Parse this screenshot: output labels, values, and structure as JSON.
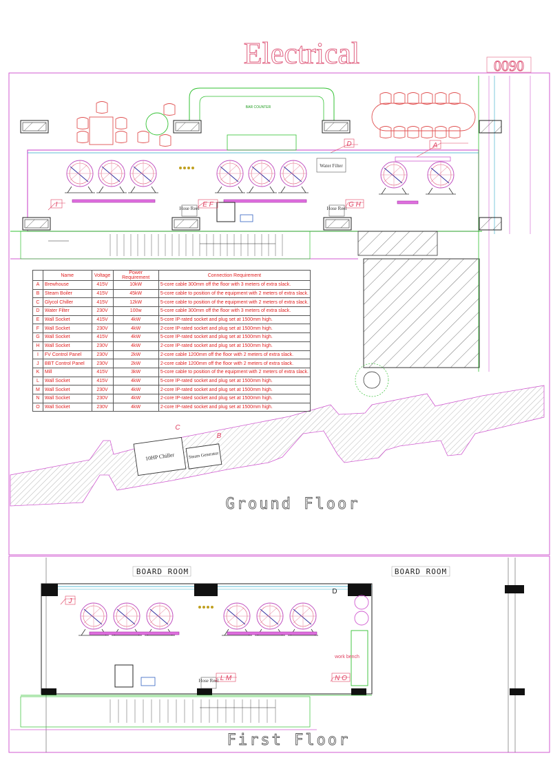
{
  "title": "Electrical",
  "drawing_number": "0090",
  "ground_floor": {
    "label": "Ground Floor",
    "bar_counter": "BAR COUNTER",
    "water_filter": "Water Filter",
    "hose_reel": "Hose Reel",
    "chiller": "10HP Chiller",
    "steam_generator": "Steam Generator",
    "refs": [
      "A",
      "D",
      "I",
      "E F",
      "G H",
      "C",
      "B"
    ]
  },
  "first_floor": {
    "label": "First Floor",
    "board_room_left": "BOARD ROOM",
    "board_room_right": "BOARD ROOM",
    "work_bench": "work bench",
    "hose_reel": "Hose Reel",
    "refs": [
      "J",
      "L M",
      "N O",
      "D"
    ]
  },
  "table": {
    "headers": [
      "Name",
      "Voltage",
      "Power Requirement",
      "Connection Requirement"
    ],
    "rows": [
      {
        "code": "A",
        "name": "Brewhouse",
        "voltage": "415V",
        "power": "10kW",
        "req": "5-core cable 300mm off the floor with 3 meters of extra slack."
      },
      {
        "code": "B",
        "name": "Steam Boiler",
        "voltage": "415V",
        "power": "45kW",
        "req": "5-core cable to position of the equipment with 2 meters of extra slack."
      },
      {
        "code": "C",
        "name": "Glycol Chiller",
        "voltage": "415V",
        "power": "12kW",
        "req": "5-core cable to position of the equipment with 2 meters of extra slack."
      },
      {
        "code": "D",
        "name": "Water Filter",
        "voltage": "230V",
        "power": "100w",
        "req": "5-core cable 300mm off the floor with 3 meters of extra slack."
      },
      {
        "code": "E",
        "name": "Wall Socket",
        "voltage": "415V",
        "power": "4kW",
        "req": "5-core IP-rated socket and plug set at 1500mm high."
      },
      {
        "code": "F",
        "name": "Wall Socket",
        "voltage": "230V",
        "power": "4kW",
        "req": "2-core IP-rated socket and plug set at 1500mm high."
      },
      {
        "code": "G",
        "name": "Wall Socket",
        "voltage": "415V",
        "power": "4kW",
        "req": "5-core IP-rated socket and plug set at 1500mm high."
      },
      {
        "code": "H",
        "name": "Wall Socket",
        "voltage": "230V",
        "power": "4kW",
        "req": "2-core IP-rated socket and plug set at 1500mm high."
      },
      {
        "code": "I",
        "name": "FV Control Panel",
        "voltage": "230V",
        "power": "2kW",
        "req": "2-core cable 1200mm off the floor with 2 meters of extra slack."
      },
      {
        "code": "J",
        "name": "BBT Control Panel",
        "voltage": "230V",
        "power": "2kW",
        "req": "2-core cable 1200mm off the floor with 2 meters of extra slack."
      },
      {
        "code": "K",
        "name": "Mill",
        "voltage": "415V",
        "power": "3kW",
        "req": "5-core cable to position of the equipment with 2 meters of extra slack."
      },
      {
        "code": "L",
        "name": "Wall Socket",
        "voltage": "415V",
        "power": "4kW",
        "req": "5-core IP-rated socket and plug set at 1500mm high."
      },
      {
        "code": "M",
        "name": "Wall Socket",
        "voltage": "230V",
        "power": "4kW",
        "req": "2-core IP-rated socket and plug set at 1500mm high."
      },
      {
        "code": "N",
        "name": "Wall Socket",
        "voltage": "230V",
        "power": "4kW",
        "req": "2-core IP-rated socket and plug set at 1500mm high."
      },
      {
        "code": "O",
        "name": "Wall Socket",
        "voltage": "230V",
        "power": "4kW",
        "req": "2-core IP-rated socket and plug set at 1500mm high."
      }
    ]
  },
  "colors": {
    "wall_magenta": "#d05ad0",
    "cable_green": "#30c030",
    "ref_red": "#e04060",
    "hatch": "#b0b0b0"
  }
}
